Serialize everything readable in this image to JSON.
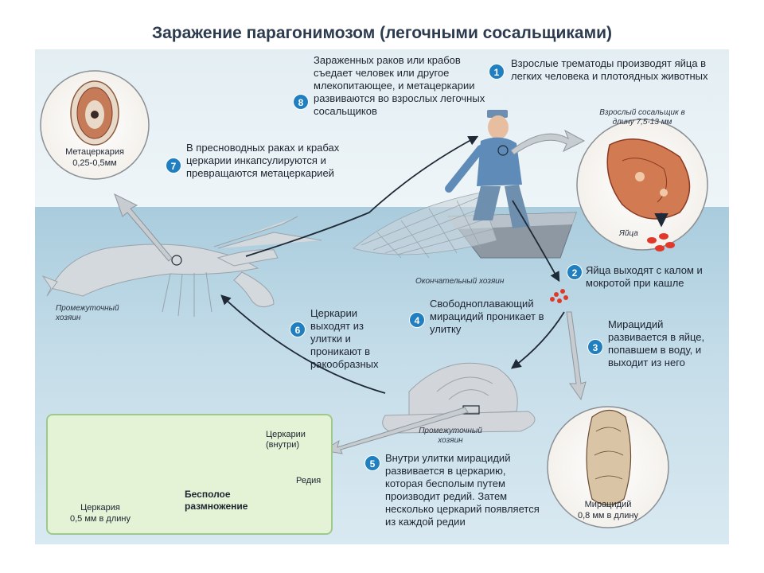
{
  "title": "Заражение парагонимозом (легочными сосальщиками)",
  "steps": [
    {
      "num": "1",
      "text": "Взрослые трематоды производят яйца в легких человека и плотоядных животных"
    },
    {
      "num": "2",
      "text": "Яйца выходят с калом и мокротой при кашле"
    },
    {
      "num": "3",
      "text": "Мирацидий развивается в яйце, попавшем в воду, и выходит из него"
    },
    {
      "num": "4",
      "text": "Свободноплавающий мирацидий проникает в улитку"
    },
    {
      "num": "5",
      "text": "Внутри улитки мирацидий развивается в церкарию, которая бесполым путем производит редий. Затем несколько церкарий появляется из каждой редии"
    },
    {
      "num": "6",
      "text": "Церкарии выходят из улитки и проникают в ракообразных"
    },
    {
      "num": "7",
      "text": "В пресноводных раках и крабах церкарии инкапсулируются и превращаются метацеркарией"
    },
    {
      "num": "8",
      "text": "Зараженных раков или крабов съедает человек или другое млекопитающее, и метацеркарии развиваются во взрослых легочных сосальщиков"
    }
  ],
  "labels": {
    "metacercaria_name": "Метацеркария",
    "metacercaria_size": "0,25-0,5мм",
    "adult_fluke": "Взрослый сосальщик в длину 7,5-13 мм",
    "eggs": "Яйца",
    "definitive_host": "Окончательный хозяин",
    "intermediate_host_crayfish": "Промежуточный хозяин",
    "intermediate_host_snail": "Промежуточный хозяин",
    "miracidium_name": "Мирацидий",
    "miracidium_size": "0,8 мм в длину",
    "cercaria_name": "Церкария",
    "cercaria_size": "0,5 мм в длину",
    "cercariae_inside": "Церкарии (внутри)",
    "redia": "Редия",
    "asexual": "Бесполое размножение"
  },
  "colors": {
    "badge": "#1f7fc0",
    "water": "#a9ccdd",
    "arrow": "#1f2a36",
    "egg": "#e0392b",
    "fluke": "#c8694a",
    "green_box": "#e4f2d6"
  }
}
